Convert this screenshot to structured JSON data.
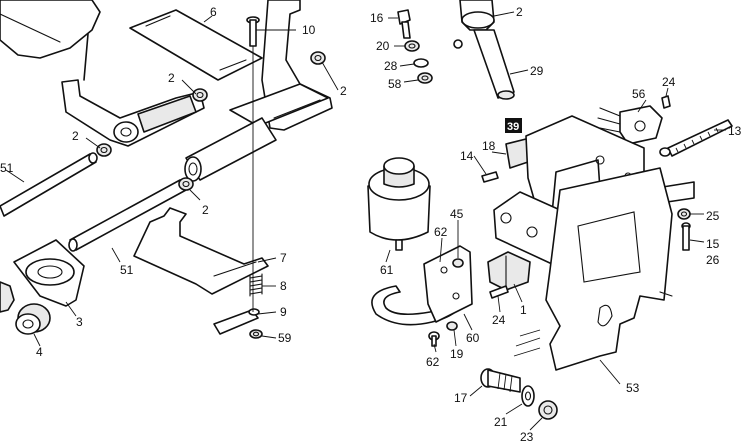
{
  "callouts": {
    "c6": "6",
    "c10": "10",
    "c2a": "2",
    "c2b": "2",
    "c2c": "2",
    "c2d": "2",
    "c2e": "2",
    "c51a": "51",
    "c51b": "51",
    "c3": "3",
    "c4": "4",
    "c7": "7",
    "c8": "8",
    "c9": "9",
    "c59": "59",
    "c16": "16",
    "c20": "20",
    "c28": "28",
    "c58": "58",
    "c29": "29",
    "c24a": "24",
    "c56": "56",
    "c13": "13",
    "c14": "14",
    "c18": "18",
    "c39": "39",
    "c45": "45",
    "c62a": "62",
    "c61": "61",
    "c25": "25",
    "c15": "15",
    "c26": "26",
    "c1": "1",
    "c24b": "24",
    "c60": "60",
    "c19": "19",
    "c62b": "62",
    "c53": "53",
    "c17": "17",
    "c21": "21",
    "c23": "23"
  },
  "highlight": {
    "part_39_fill": "#111111"
  }
}
